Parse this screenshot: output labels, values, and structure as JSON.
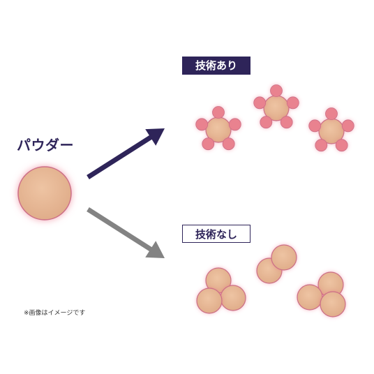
{
  "labels": {
    "powder": "パウダー",
    "with_technology": "技術あり",
    "without_technology": "技術なし",
    "note": "※画像はイメージです"
  },
  "colors": {
    "particle_fill": "#e8b995",
    "particle_stroke": "#cc6e87",
    "glow": "#ec6d84",
    "satellite_fill": "#e9828f",
    "arrow_with": "#2e2459",
    "arrow_without": "#838383",
    "tag_dark": "#2e2459"
  }
}
